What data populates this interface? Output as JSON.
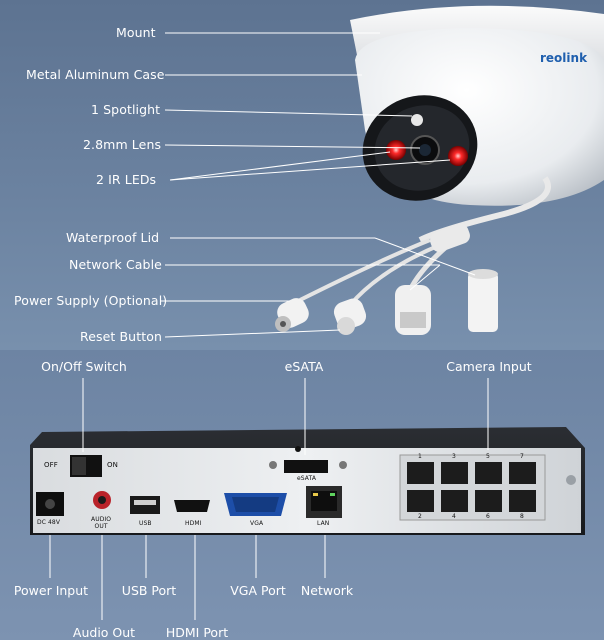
{
  "camera": {
    "brand_text": "reolink",
    "callouts": [
      {
        "id": "mount",
        "text": "Mount"
      },
      {
        "id": "case",
        "text": "Metal Aluminum Case"
      },
      {
        "id": "spotlight",
        "text": "1 Spotlight"
      },
      {
        "id": "lens",
        "text": "2.8mm Lens"
      },
      {
        "id": "ir",
        "text": "2 IR LEDs"
      },
      {
        "id": "lid",
        "text": "Waterproof Lid"
      },
      {
        "id": "cable",
        "text": "Network Cable"
      },
      {
        "id": "power_supply",
        "text": "Power Supply (Optional)"
      },
      {
        "id": "reset",
        "text": "Reset Button"
      }
    ]
  },
  "nvr": {
    "callouts_top": [
      {
        "id": "switch",
        "text": "On/Off Switch"
      },
      {
        "id": "esata",
        "text": "eSATA"
      },
      {
        "id": "camera_input",
        "text": "Camera Input"
      }
    ],
    "callouts_bottom": [
      {
        "id": "power_input",
        "text": "Power Input"
      },
      {
        "id": "audio_out",
        "text": "Audio Out"
      },
      {
        "id": "usb_port",
        "text": "USB Port"
      },
      {
        "id": "hdmi_port",
        "text": "HDMI Port"
      },
      {
        "id": "vga_port",
        "text": "VGA Port"
      },
      {
        "id": "network",
        "text": "Network"
      }
    ],
    "panel_labels": {
      "off": "OFF",
      "on": "ON",
      "dc": "DC 48V",
      "audio": "AUDIO\nOUT",
      "usb": "USB",
      "hdmi": "HDMI",
      "vga": "VGA",
      "lan": "LAN",
      "esata": "eSATA"
    },
    "port_numbers_top": [
      "1",
      "3",
      "5",
      "7"
    ],
    "port_numbers_bottom": [
      "2",
      "4",
      "6",
      "8"
    ]
  },
  "colors": {
    "background": "#6b82a0",
    "ir_led": "#ff2a2a",
    "line": "#ffffff"
  }
}
